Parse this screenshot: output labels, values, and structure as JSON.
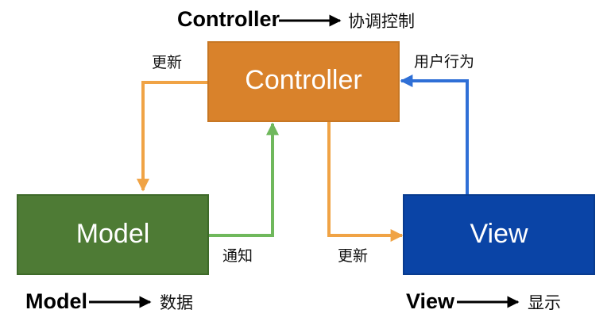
{
  "legend": {
    "controller": {
      "term": "Controller",
      "desc": "协调控制"
    },
    "model": {
      "term": "Model",
      "desc": "数据"
    },
    "view": {
      "term": "View",
      "desc": "显示"
    }
  },
  "nodes": {
    "controller": {
      "label": "Controller",
      "fill": "#D9822B",
      "border": "#C77724"
    },
    "model": {
      "label": "Model",
      "fill": "#4E7B35",
      "border": "#3E6A29"
    },
    "view": {
      "label": "View",
      "fill": "#0A44A6",
      "border": "#083B8F"
    }
  },
  "edges": {
    "controller_to_model": {
      "label": "更新",
      "color": "#F0A345"
    },
    "model_to_controller": {
      "label": "通知",
      "color": "#6FB85C"
    },
    "controller_to_view": {
      "label": "更新",
      "color": "#F0A345"
    },
    "view_to_controller": {
      "label": "用户行为",
      "color": "#2F6FD6"
    }
  }
}
